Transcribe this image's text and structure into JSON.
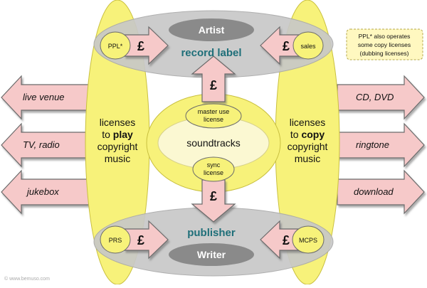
{
  "top": {
    "artist": "Artist",
    "label": "record label",
    "left_org": "PPL*",
    "right_org": "sales",
    "currency": "£"
  },
  "bottom": {
    "writer": "Writer",
    "label": "publisher",
    "left_org": "PRS",
    "right_org": "MCPS",
    "currency": "£"
  },
  "center": {
    "title": "soundtracks",
    "master_line1": "master use",
    "master_line2": "license",
    "sync_line1": "sync",
    "sync_line2": "license",
    "currency_up": "£",
    "currency_down": "£"
  },
  "left_panel": {
    "line1": "licenses",
    "line2_pre": "to ",
    "line2_bold": "play",
    "line3": "copyright",
    "line4": "music"
  },
  "right_panel": {
    "line1": "licenses",
    "line2_pre": "to ",
    "line2_bold": "copy",
    "line3": "copyright",
    "line4": "music"
  },
  "left_outputs": [
    "live venue",
    "TV, radio",
    "jukebox"
  ],
  "right_outputs": [
    "CD, DVD",
    "ringtone",
    "download"
  ],
  "note": {
    "line1": "PPL* also operates",
    "line2": "some copy licenses",
    "line3": "(dubbing licenses)"
  },
  "footer": "© www.bemuso.com",
  "colors": {
    "yellow_fill": "#f7f27a",
    "yellow_stroke": "#c9c040",
    "grey_ellipse": "#c8c8c8",
    "dark_pill": "#8a8a8a",
    "arrow_fill": "#f6c9c9",
    "arrow_stroke": "#6b6b6b",
    "teal_text": "#1f6f79",
    "pale_center": "#fbf8d2",
    "note_fill": "#fff8c0"
  }
}
